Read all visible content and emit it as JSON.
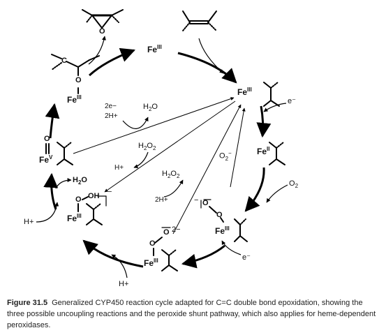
{
  "species": {
    "fe3_top": "Fe",
    "fe3_top_sup": "III",
    "fe3_right": "Fe",
    "fe3_right_sup": "III",
    "fe2": "Fe",
    "fe2_sup": "II",
    "fe3_peroxo": "Fe",
    "fe3_peroxo_sup": "III",
    "fe3_bottom": "Fe",
    "fe3_bottom_sup": "III",
    "fe3_hydroperoxo": "Fe",
    "fe3_hydroperoxo_sup": "III",
    "fe5": "Fe",
    "fe5_sup": "V",
    "fe3_epox": "Fe",
    "fe3_epox_sup": "III"
  },
  "atoms": {
    "epoxide_o": "O",
    "radical_c": "C",
    "radical_o": "O",
    "ferryl_o": "O",
    "hydroperoxo_o": "O",
    "oh": "OH",
    "superoxo_o": "O",
    "peroxo_o": "O"
  },
  "reagents": {
    "e_minus_1": "e⁻",
    "o2": "O",
    "o2_sub": "2",
    "e_minus_2": "e⁻",
    "h_plus_bottom": "H+",
    "h_plus_left": "H+",
    "h2o_left": "H",
    "h2o_left_sub": "2",
    "h2o_left_end": "O",
    "two_e": "2e−",
    "two_h": "2H+",
    "h2o_top": "H",
    "h2o_top_sub": "2",
    "h2o_top_end": "O",
    "h2o2_a": "H",
    "h2o2_a_sub": "2",
    "h2o2_a_mid": "O",
    "h2o2_a_sub2": "2",
    "h_plus_center": "H+",
    "h2o2_b": "H",
    "h2o2_b_sub": "2",
    "h2o2_b_mid": "O",
    "h2o2_b_sub2": "2",
    "two_h_center": "2H+",
    "superoxide": "O",
    "superoxide_sub": "2",
    "superoxide_sup": "−",
    "charge_minus": "−",
    "charge_2minus": "2−"
  },
  "caption": {
    "label": "Figure 31.5",
    "text": "Generalized CYP450 reaction cycle adapted for C=C double bond epoxidation, showing the three possible uncoupling reactions and the peroxide shunt pathway, which also applies for heme-dependent peroxidases."
  }
}
